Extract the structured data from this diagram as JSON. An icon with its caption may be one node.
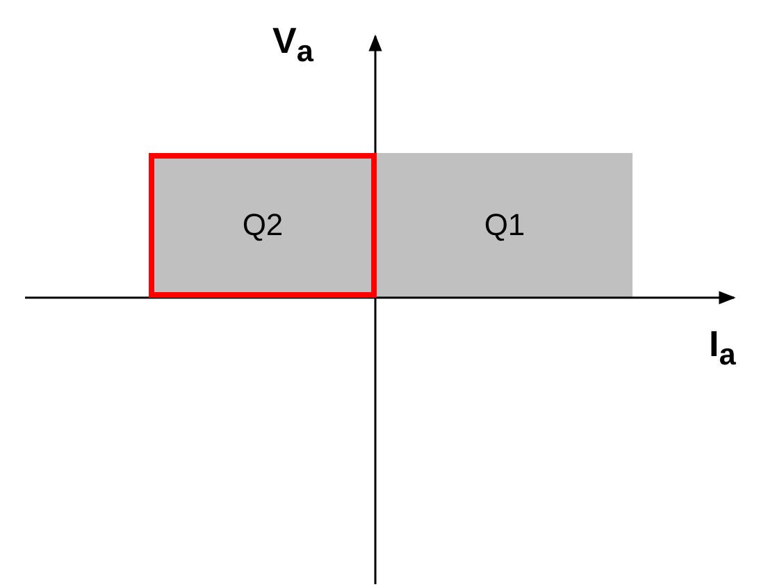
{
  "diagram": {
    "nodes": [
      {
        "text": [
          "Q2"
        ]
      },
      {
        "text": [
          "Q1"
        ]
      }
    ],
    "edges": [],
    "labels": [
      "V$_{a}$",
      "I$_{a}$"
    ]
  }
}
